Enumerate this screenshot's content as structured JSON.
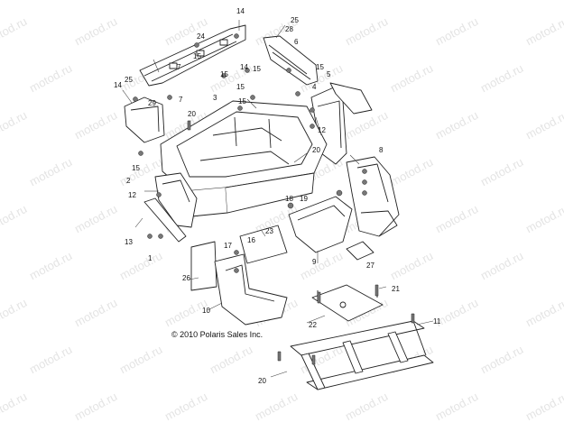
{
  "watermark": "motod.ru",
  "copyright": "© 2010 Polaris Sales Inc.",
  "callouts": [
    "14",
    "25",
    "24",
    "15",
    "7",
    "28",
    "6",
    "15",
    "14",
    "15",
    "15",
    "5",
    "4",
    "14",
    "25",
    "29",
    "7",
    "15",
    "3",
    "15",
    "20",
    "12",
    "20",
    "8",
    "15",
    "2",
    "12",
    "18",
    "19",
    "13",
    "1",
    "23",
    "16",
    "17",
    "9",
    "27",
    "26",
    "10",
    "21",
    "22",
    "11",
    "20"
  ]
}
